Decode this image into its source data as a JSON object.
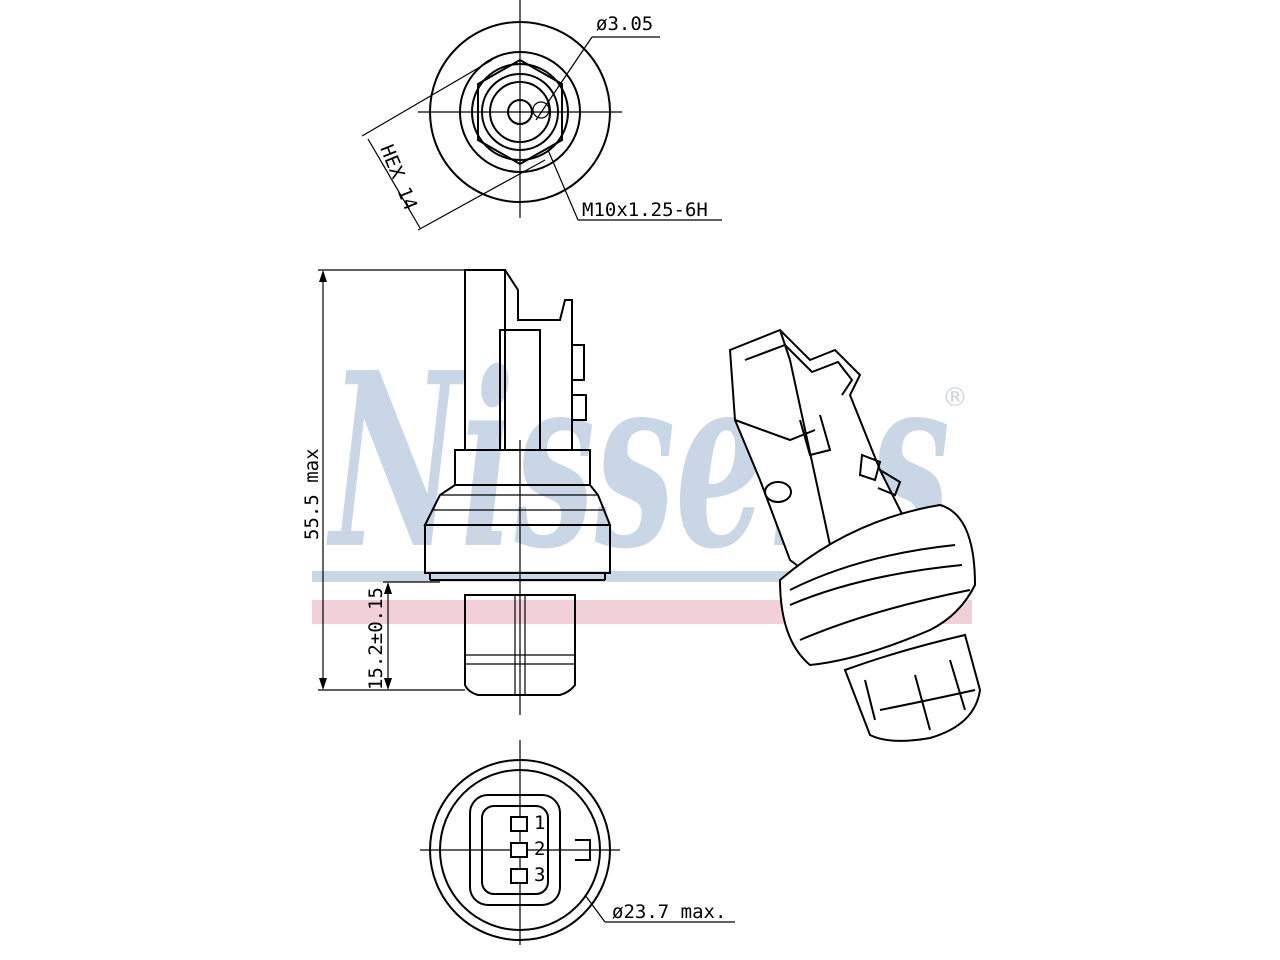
{
  "watermark": {
    "brand": "Nissens",
    "registered_mark": "®",
    "colors": {
      "text": "#c9d6e6",
      "stripe_blue": "#c9d6e6",
      "stripe_red": "#f2d0d8"
    }
  },
  "top_view": {
    "pin_diameter": "ø3.05",
    "hex_size": "HEX 14",
    "thread": "M10x1.25-6H"
  },
  "side_view": {
    "overall_length": "55.5 max",
    "thread_length": "15.2±0.15"
  },
  "bottom_view": {
    "body_diameter": "ø23.7 max.",
    "pins": [
      "1",
      "2",
      "3"
    ]
  }
}
